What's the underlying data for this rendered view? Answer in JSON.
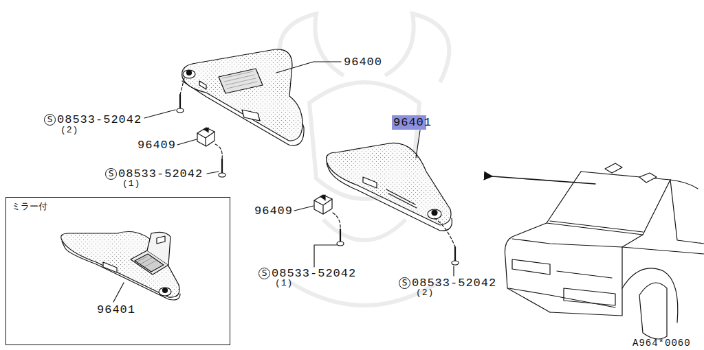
{
  "diagram": {
    "nodes": [
      {
        "text": [
          "ミラー付",
          "96401"
        ]
      },
      {
        "text": [
          "96401"
        ]
      }
    ],
    "labels": [
      "96400",
      "S",
      "08533-52042",
      "(2)",
      "96409",
      "S",
      "08533-52042",
      "(1)",
      "96409",
      "S",
      "08533-52042",
      "(1)",
      "S",
      "08533-52042",
      "(2)",
      "A964*0060"
    ]
  }
}
